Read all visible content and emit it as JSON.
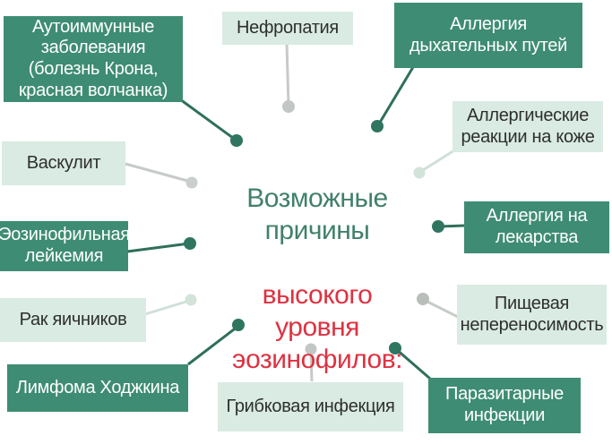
{
  "palette": {
    "box_dark": "#3e8c73",
    "box_light": "#d9ebe2",
    "text_on_dark": "#ffffff",
    "text_on_light": "#2e2e2e",
    "title_green": "#40806c",
    "title_red": "#de3241",
    "connector_dark": "#2f6f5c",
    "connector_gray": "#c6cbc8",
    "connector_light_green": "#cfe0d8"
  },
  "center": {
    "title_green": "Возможные\nпричины",
    "title_red": "высокого\nуровня\nэозинофилов:"
  },
  "nodes": [
    {
      "label": "Аутоиммунные\nзаболевания\n(болезнь Крона,\nкрасная волчанка)",
      "tone": "dark",
      "line": "#2f6f5c",
      "dot": "#2f7560"
    },
    {
      "label": "Нефропатия",
      "tone": "light",
      "line": "#c6cbc8",
      "dot": "#c2c6c4"
    },
    {
      "label": "Аллергия\nдыхательных путей",
      "tone": "dark",
      "line": "#2f6f5c",
      "dot": "#2f7560"
    },
    {
      "label": "Аллергические\nреакции на коже",
      "tone": "light",
      "line": "#cfe0d8",
      "dot": "#d2e3da"
    },
    {
      "label": "Аллергия на\nлекарства",
      "tone": "dark",
      "line": "#2f6f5c",
      "dot": "#2f7560"
    },
    {
      "label": "Пищевая\nнепереносимость",
      "tone": "light",
      "line": "#c6cbc8",
      "dot": "#b9bebb"
    },
    {
      "label": "Паразитарные\nинфекции",
      "tone": "dark",
      "line": "#2f6f5c",
      "dot": "#2f7560"
    },
    {
      "label": "Грибковая инфекция",
      "tone": "light",
      "line": "#c6cbc8",
      "dot": "#c2c6c4"
    },
    {
      "label": "Лимфома Ходжкина",
      "tone": "dark",
      "line": "#2f6f5c",
      "dot": "#2f7560"
    },
    {
      "label": "Рак яичников",
      "tone": "light",
      "line": "#cfe0d8",
      "dot": "#d2e3da"
    },
    {
      "label": "Эозинофильная\nлейкемия",
      "tone": "dark",
      "line": "#2f6f5c",
      "dot": "#2f7560"
    },
    {
      "label": "Васкулит",
      "tone": "light",
      "line": "#c6cbc8",
      "dot": "#c9cfcc"
    }
  ]
}
